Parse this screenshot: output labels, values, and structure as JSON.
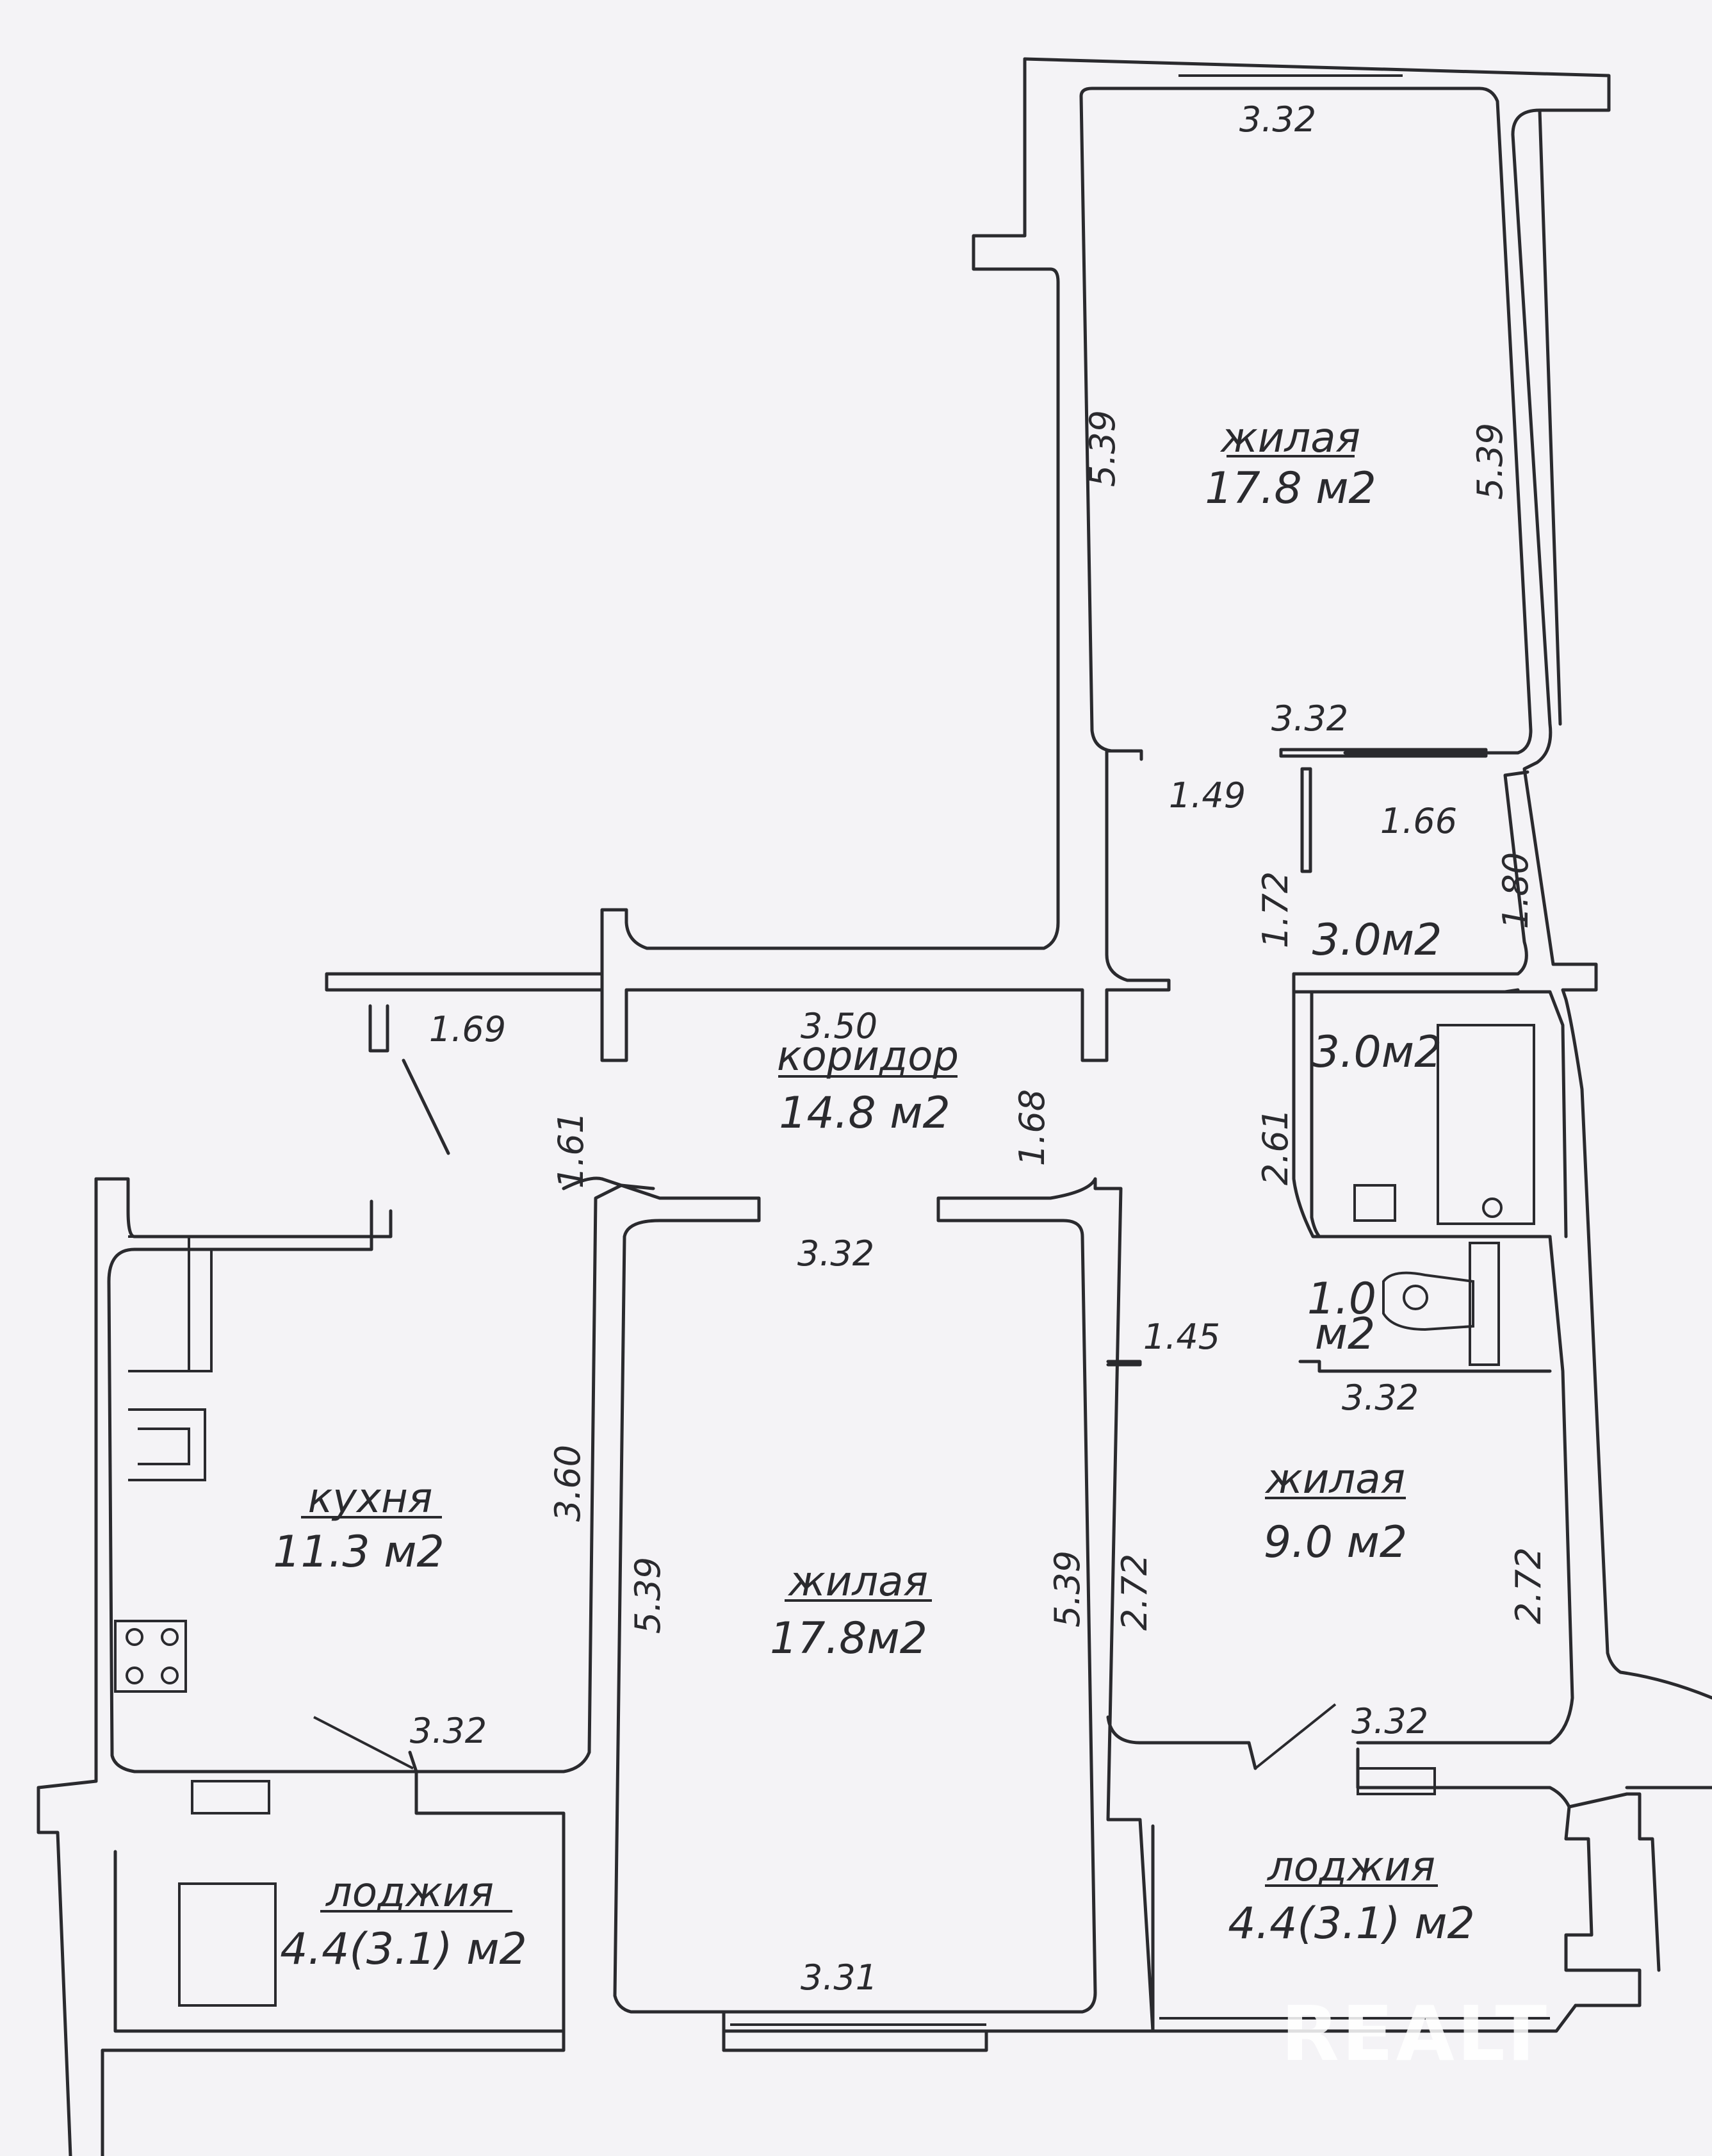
{
  "rooms": {
    "living_top": {
      "name": "жилая",
      "area": "17.8 м2"
    },
    "corridor": {
      "name": "коридор",
      "area": "14.8 м2"
    },
    "storage": {
      "area": "3.0м2"
    },
    "bathroom": {
      "area": "3.0м2"
    },
    "wc": {
      "area_line1": "1.0",
      "area_line2": "м2"
    },
    "kitchen": {
      "name": "кухня",
      "area": "11.3 м2"
    },
    "living_middle": {
      "name": "жилая",
      "area": "17.8м2"
    },
    "living_small": {
      "name": "жилая",
      "area": "9.0 м2"
    },
    "loggia_left": {
      "name": "лоджия",
      "area": "4.4(3.1) м2"
    },
    "loggia_right": {
      "name": "лоджия",
      "area": "4.4(3.1) м2"
    }
  },
  "dimensions": {
    "top_width": "3.32",
    "top_left_height": "5.39",
    "top_right_height": "5.39",
    "top_bottom_width": "3.32",
    "passage_width": "1.49",
    "storage_width": "1.66",
    "storage_left_height": "1.72",
    "storage_right_height": "1.80",
    "entry_width": "1.69",
    "corridor_width": "3.50",
    "corridor_left_height": "1.61",
    "corridor_right_height": "1.68",
    "bath_height": "2.61",
    "middle_top_width": "3.32",
    "small_door_width": "1.45",
    "wc_bottom_width": "3.32",
    "kitchen_height": "3.60",
    "middle_left_height": "5.39",
    "middle_right_height": "5.39",
    "small_left_height": "2.72",
    "small_right_height": "2.72",
    "kitchen_bottom_width": "3.32",
    "small_bottom_width": "3.32",
    "middle_bottom_width": "3.31"
  },
  "watermark": "REALT"
}
